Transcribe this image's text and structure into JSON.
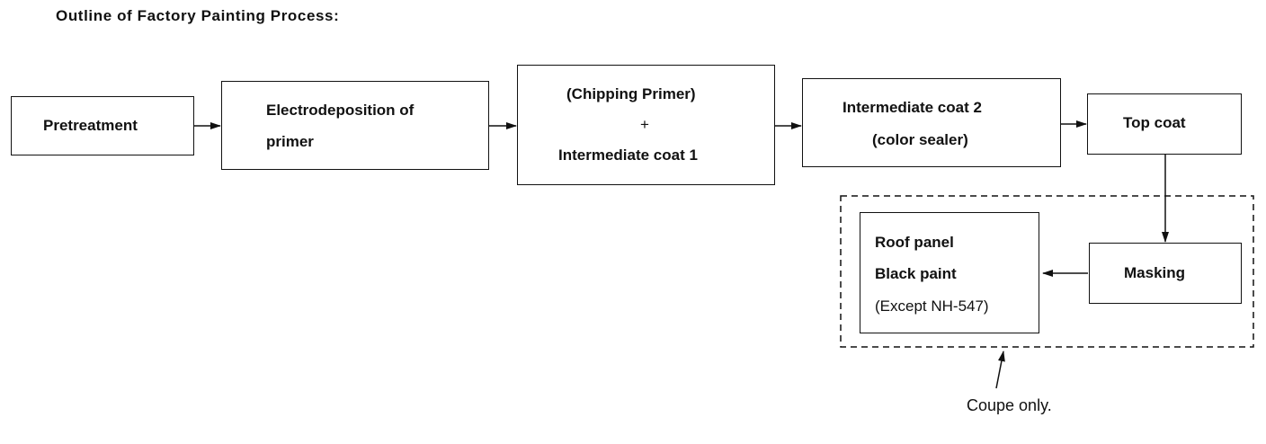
{
  "title": "Outline of Factory Painting Process:",
  "steps": {
    "pretreatment": "Pretreatment",
    "electro_line1": "Electrodeposition of",
    "electro_line2": "primer",
    "chipping": "(Chipping Primer)",
    "plus": "+",
    "intermediate1": "Intermediate coat 1",
    "intermediate2_line1": "Intermediate coat 2",
    "intermediate2_line2": "(color sealer)",
    "topcoat": "Top coat",
    "masking": "Masking",
    "roof_line1": "Roof panel",
    "roof_line2": "Black paint",
    "roof_line3": "(Except NH-547)"
  },
  "note": "Coupe only."
}
